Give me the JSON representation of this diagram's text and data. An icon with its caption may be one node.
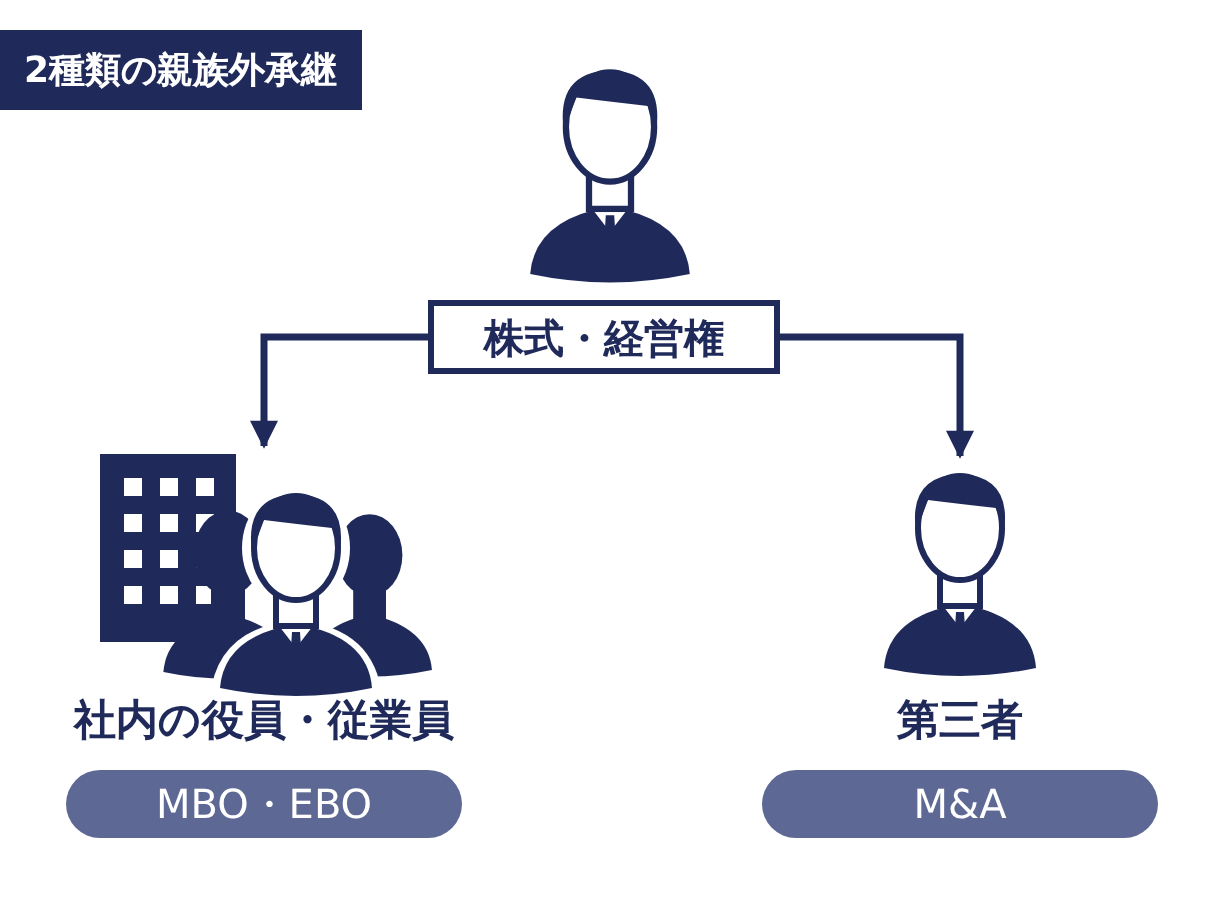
{
  "diagram": {
    "title": "2種類の親族外承継",
    "nodes": [
      {
        "text": [
          "株式・経営権"
        ]
      },
      {
        "text": [],
        "shape": "picture",
        "beside": [
          "社内の役員・従業員",
          "MBO・EBO"
        ]
      },
      {
        "text": [],
        "shape": "person",
        "beside": [
          "第三者",
          "M&A"
        ]
      }
    ],
    "edges": [
      {
        "from": 0,
        "to": 1,
        "arrow": "to"
      },
      {
        "from": 0,
        "to": 2,
        "arrow": "to"
      }
    ]
  }
}
